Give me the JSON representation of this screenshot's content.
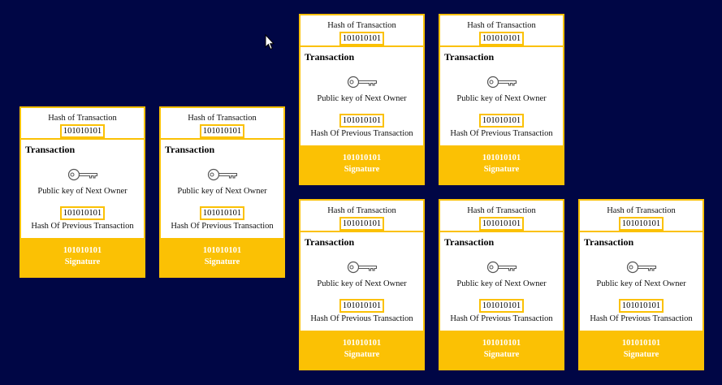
{
  "colors": {
    "background": "#000645",
    "accent": "#fbc104"
  },
  "icons": {
    "key": "key-icon",
    "cursor": "mouse-pointer-icon"
  },
  "blocks": [
    {
      "hash_label": "Hash of Transaction",
      "hash_value": "101010101",
      "title": "Transaction",
      "owner_key_label": "Public key of Next Owner",
      "prev_hash_value": "101010101",
      "prev_hash_label": "Hash Of Previous Transaction",
      "signature_value": "101010101",
      "signature_label": "Signature"
    },
    {
      "hash_label": "Hash of Transaction",
      "hash_value": "101010101",
      "title": "Transaction",
      "owner_key_label": "Public key of Next Owner",
      "prev_hash_value": "101010101",
      "prev_hash_label": "Hash Of Previous Transaction",
      "signature_value": "101010101",
      "signature_label": "Signature"
    },
    {
      "hash_label": "Hash of Transaction",
      "hash_value": "101010101",
      "title": "Transaction",
      "owner_key_label": "Public key of Next Owner",
      "prev_hash_value": "101010101",
      "prev_hash_label": "Hash Of Previous Transaction",
      "signature_value": "101010101",
      "signature_label": "Signature"
    },
    {
      "hash_label": "Hash of Transaction",
      "hash_value": "101010101",
      "title": "Transaction",
      "owner_key_label": "Public key of Next Owner",
      "prev_hash_value": "101010101",
      "prev_hash_label": "Hash Of Previous Transaction",
      "signature_value": "101010101",
      "signature_label": "Signature"
    },
    {
      "hash_label": "Hash of Transaction",
      "hash_value": "101010101",
      "title": "Transaction",
      "owner_key_label": "Public key of Next Owner",
      "prev_hash_value": "101010101",
      "prev_hash_label": "Hash Of Previous Transaction",
      "signature_value": "101010101",
      "signature_label": "Signature"
    },
    {
      "hash_label": "Hash of Transaction",
      "hash_value": "101010101",
      "title": "Transaction",
      "owner_key_label": "Public key of Next Owner",
      "prev_hash_value": "101010101",
      "prev_hash_label": "Hash Of Previous Transaction",
      "signature_value": "101010101",
      "signature_label": "Signature"
    },
    {
      "hash_label": "Hash of Transaction",
      "hash_value": "101010101",
      "title": "Transaction",
      "owner_key_label": "Public key of Next Owner",
      "prev_hash_value": "101010101",
      "prev_hash_label": "Hash Of Previous Transaction",
      "signature_value": "101010101",
      "signature_label": "Signature"
    }
  ]
}
